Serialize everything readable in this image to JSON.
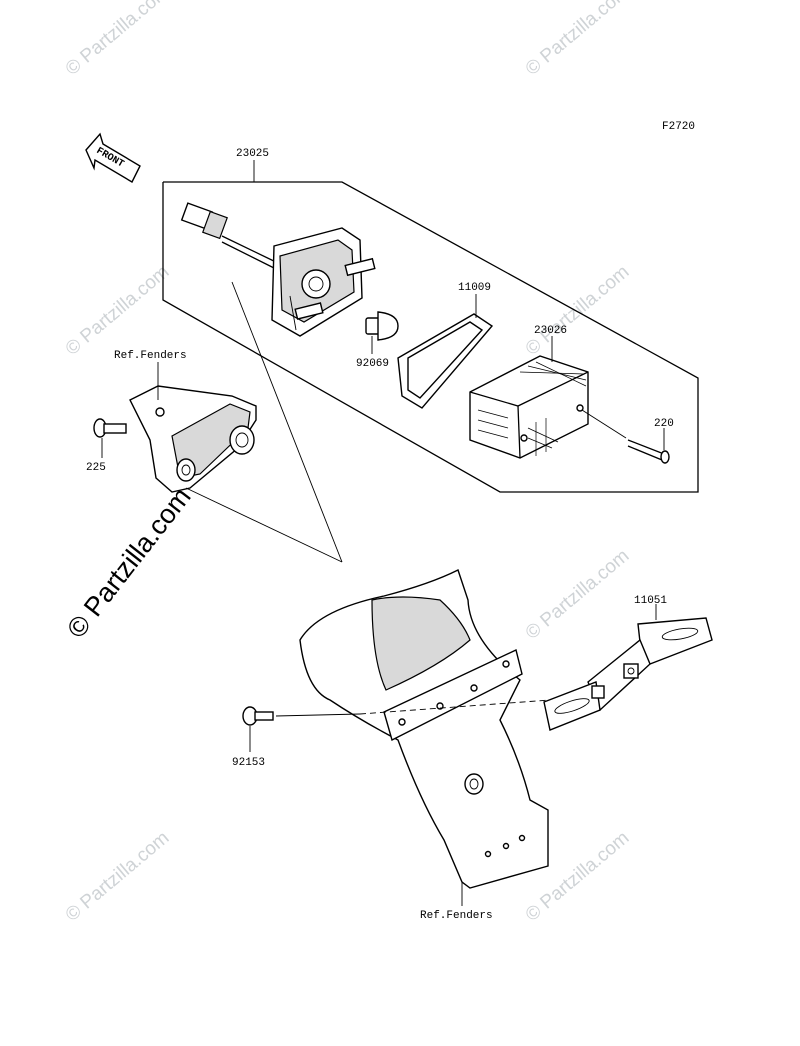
{
  "diagram": {
    "code": "F2720",
    "front_label": "FRONT",
    "watermark": "© Partzilla.com",
    "watermark_main": "© Partzilla.com"
  },
  "callouts": [
    {
      "id": "23025",
      "text": "23025"
    },
    {
      "id": "11009",
      "text": "11009"
    },
    {
      "id": "23026",
      "text": "23026"
    },
    {
      "id": "92069",
      "text": "92069"
    },
    {
      "id": "220",
      "text": "220"
    },
    {
      "id": "ref-fenders-top",
      "text": "Ref.Fenders"
    },
    {
      "id": "225",
      "text": "225"
    },
    {
      "id": "11051",
      "text": "11051"
    },
    {
      "id": "92153",
      "text": "92153"
    },
    {
      "id": "ref-fenders-bottom",
      "text": "Ref.Fenders"
    }
  ]
}
